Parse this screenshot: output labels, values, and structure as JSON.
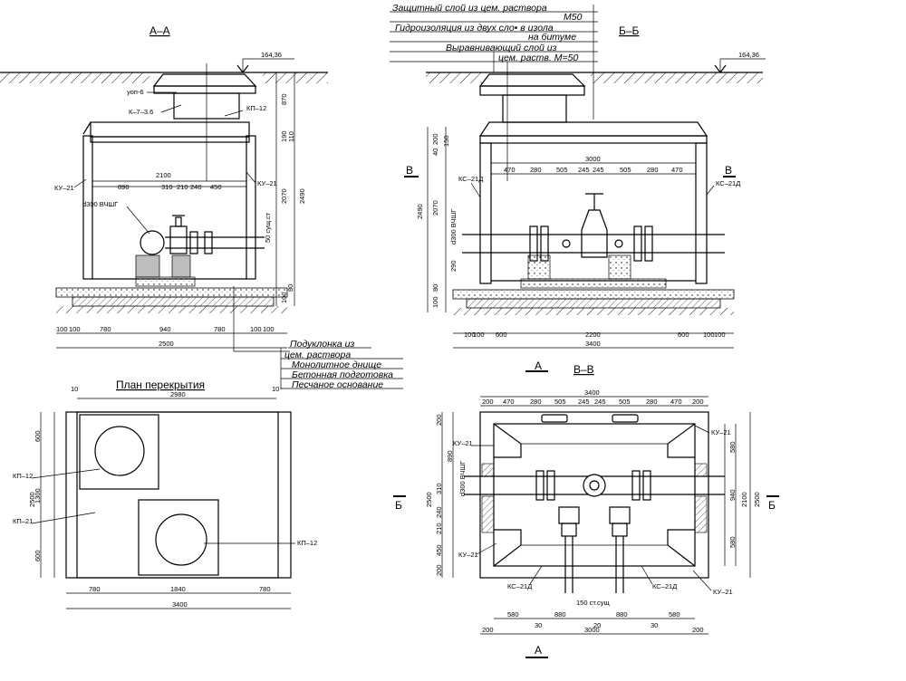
{
  "sections": {
    "aa": "А–А",
    "bb": "Б–Б",
    "vv": "В–В",
    "plan": "План перекрытия",
    "cut_a": "А",
    "cut_b": "Б",
    "cut_v": "В"
  },
  "elevation": "164,36",
  "notes_top": [
    "Защитный слой из цем. раствора",
    "М50",
    "Гидроизоляция из двух сло• в изола",
    "на битуме",
    "Выравнивающий  слой из",
    "цем. раств.  М=50"
  ],
  "notes_bottom": [
    "Подуклонка из",
    "цем. раствора",
    "Монолитное днище",
    "Бетонная подготовка",
    "Песчаное основание"
  ],
  "labels": {
    "uop": "уоп-6",
    "k73": "К–7–3.6",
    "kp12": "КП–12",
    "ku21": "КУ–21",
    "ks21d": "КС–21Д",
    "kp21": "КП–21",
    "d300": "d300 ВЧШГ",
    "ost": "50 сущ.ст",
    "ost150": "150 ст.сущ",
    "ten": "10"
  },
  "dims_aa": {
    "h1": "870",
    "h2": "190",
    "h3": "110",
    "h4": "2070",
    "h5": "2490",
    "h6": "100",
    "h7": "80",
    "h8": "100",
    "top": "2100",
    "row": [
      "890",
      "310",
      "210",
      "240",
      "450"
    ],
    "bottom": [
      "100",
      "100",
      "780",
      "940",
      "780",
      "100",
      "100"
    ],
    "total": "2500"
  },
  "dims_bb": {
    "left": [
      "40",
      "200",
      "150",
      "2490",
      "2070",
      "290",
      "80",
      "100"
    ],
    "top": "3000",
    "row": [
      "470",
      "280",
      "505",
      "245",
      "245",
      "505",
      "280",
      "470"
    ],
    "bottom": [
      "100",
      "100",
      "600",
      "2200",
      "600",
      "100",
      "100"
    ],
    "total": "3400"
  },
  "dims_plan": {
    "top": "2980",
    "left": [
      "600",
      "1300",
      "600"
    ],
    "total_h": "2500",
    "bottom": [
      "780",
      "1840",
      "780"
    ],
    "total": "3400"
  },
  "dims_vv": {
    "top": "3400",
    "row": [
      "200",
      "470",
      "280",
      "505",
      "245",
      "245",
      "505",
      "280",
      "470",
      "200"
    ],
    "left": [
      "200",
      "890",
      "310",
      "240",
      "210",
      "450",
      "200"
    ],
    "right": [
      "580",
      "940",
      "580"
    ],
    "right2": "2100",
    "right3": "2500",
    "left_total": "2500",
    "bottom": [
      "580",
      "880",
      "880",
      "580"
    ],
    "small": [
      "30",
      "20",
      "30"
    ],
    "bottom2": [
      "200",
      "3000",
      "200"
    ]
  }
}
